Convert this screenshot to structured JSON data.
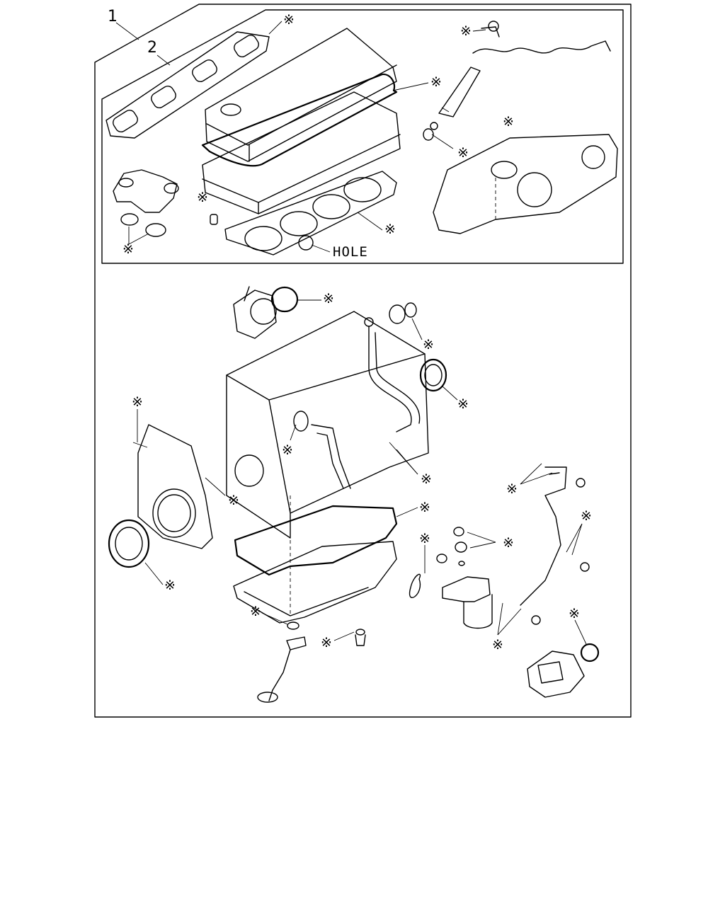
{
  "callouts": {
    "outer_kit": "1",
    "upper_kit": "2"
  },
  "labels": {
    "hole": "HOLE"
  },
  "marker_symbol": "※",
  "colors": {
    "line": "#000000",
    "background": "#ffffff"
  }
}
